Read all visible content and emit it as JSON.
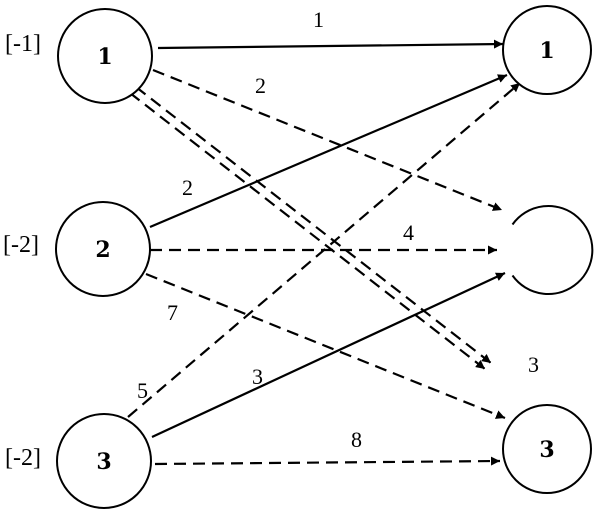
{
  "left_nodes": [
    {
      "id": "1",
      "label": "1",
      "supply": "[-1]"
    },
    {
      "id": "2",
      "label": "2",
      "supply": "[-2]"
    },
    {
      "id": "3",
      "label": "3",
      "supply": "[-2]"
    }
  ],
  "right_nodes": [
    {
      "id": "1",
      "label": "1"
    },
    {
      "id": "2",
      "label": ""
    },
    {
      "id": "3",
      "label": "3"
    }
  ],
  "edges": [
    {
      "from": "1",
      "to": "1",
      "style": "solid",
      "label": "1"
    },
    {
      "from": "1",
      "to": "2",
      "style": "dashed",
      "label": "2"
    },
    {
      "from": "1",
      "to": "3",
      "style": "dashed",
      "label": ""
    },
    {
      "from": "1",
      "to": "3",
      "style": "dashed",
      "label": "3"
    },
    {
      "from": "2",
      "to": "1",
      "style": "solid",
      "label": "2"
    },
    {
      "from": "2",
      "to": "2",
      "style": "dashed",
      "label": "4"
    },
    {
      "from": "2",
      "to": "3",
      "style": "dashed",
      "label": "7"
    },
    {
      "from": "3",
      "to": "1",
      "style": "dashed",
      "label": "5"
    },
    {
      "from": "3",
      "to": "2",
      "style": "solid",
      "label": "3"
    },
    {
      "from": "3",
      "to": "3",
      "style": "dashed",
      "label": "8"
    }
  ],
  "colors": {
    "stroke": "#000000",
    "background": "#ffffff"
  }
}
